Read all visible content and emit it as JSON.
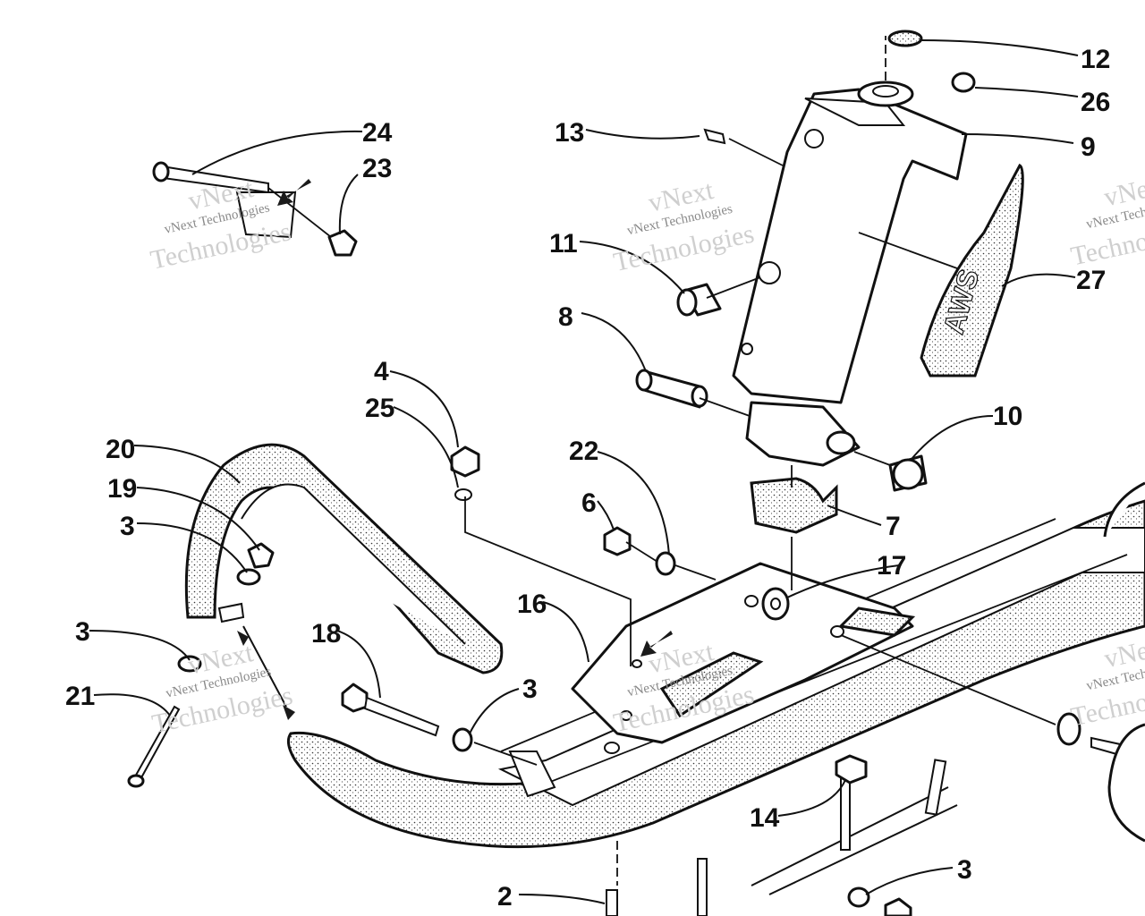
{
  "watermark": {
    "line1": "vNext",
    "line2": "vNext Technologies",
    "line3": "Technologies"
  },
  "decal_text": "AWS",
  "callouts": [
    {
      "label": "12"
    },
    {
      "label": "26"
    },
    {
      "label": "13"
    },
    {
      "label": "9"
    },
    {
      "label": "24"
    },
    {
      "label": "23"
    },
    {
      "label": "11"
    },
    {
      "label": "27"
    },
    {
      "label": "8"
    },
    {
      "label": "4"
    },
    {
      "label": "25"
    },
    {
      "label": "10"
    },
    {
      "label": "20"
    },
    {
      "label": "22"
    },
    {
      "label": "19"
    },
    {
      "label": "6"
    },
    {
      "label": "7"
    },
    {
      "label": "3"
    },
    {
      "label": "17"
    },
    {
      "label": "16"
    },
    {
      "label": "3"
    },
    {
      "label": "18"
    },
    {
      "label": "3"
    },
    {
      "label": "21"
    },
    {
      "label": "14"
    },
    {
      "label": "3"
    },
    {
      "label": "2"
    }
  ]
}
